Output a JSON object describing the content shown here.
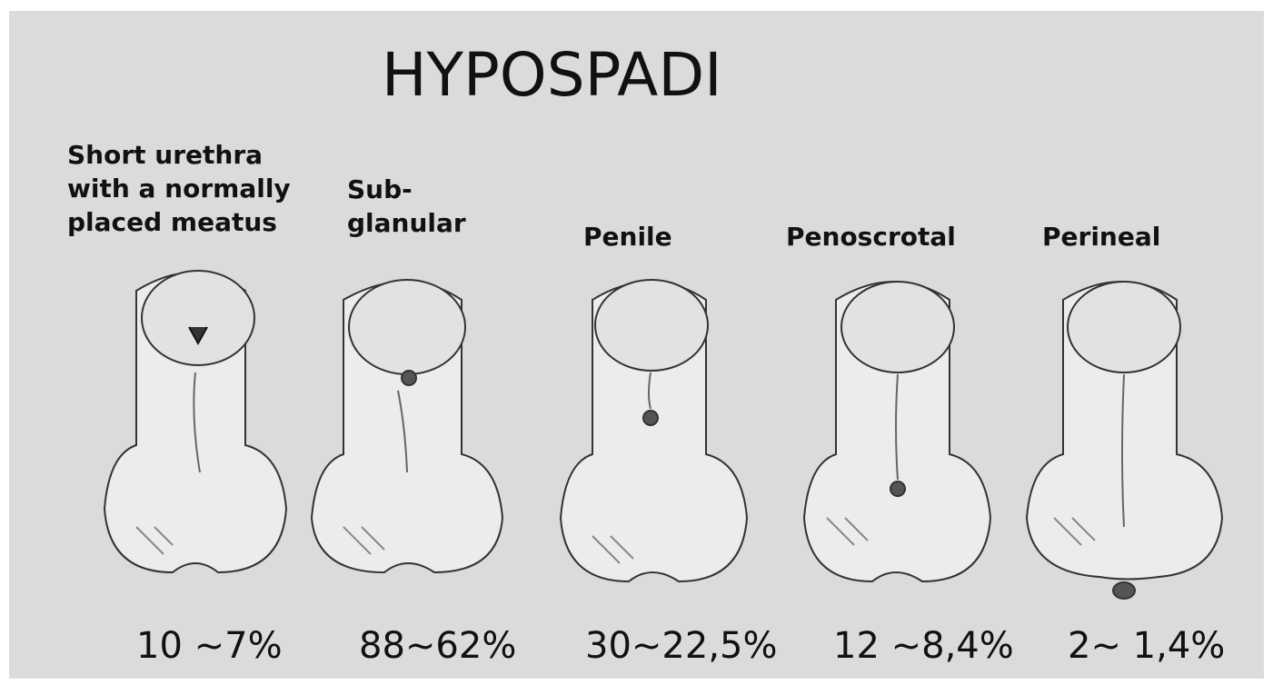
{
  "title": "HYPOSPADI",
  "types": [
    {
      "label": "Short urethra\nwith a normally\nplaced meatus",
      "range": "10 ~7%"
    },
    {
      "label": "Sub-\nglanular",
      "range": "88~62%"
    },
    {
      "label": "Penile",
      "range": "30~22,5%"
    },
    {
      "label": "Penoscrotal",
      "range": "12 ~8,4%"
    },
    {
      "label": "Perineal",
      "range": "2~ 1,4%"
    }
  ],
  "colors": {
    "background": "#dadcdb",
    "ink": "#111111",
    "shade": "#5a5a5a"
  }
}
